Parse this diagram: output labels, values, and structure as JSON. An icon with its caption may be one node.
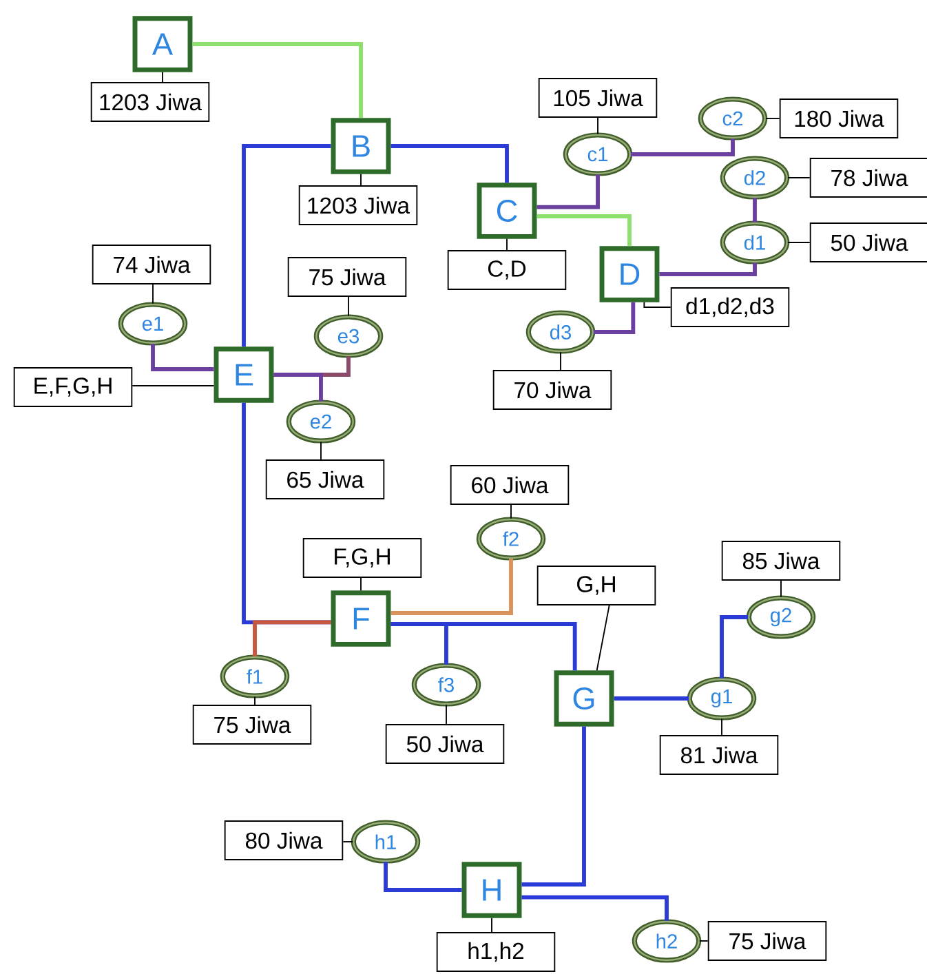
{
  "diagram": {
    "nodes": [
      {
        "text": [
          "A"
        ]
      },
      {
        "text": [
          "1203 Jiwa"
        ]
      },
      {
        "text": [
          "B"
        ]
      },
      {
        "text": [
          "1203 Jiwa"
        ]
      },
      {
        "text": [
          "105 Jiwa"
        ]
      },
      {
        "text": [
          "c2"
        ]
      },
      {
        "text": [
          "180 Jiwa"
        ]
      },
      {
        "text": [
          "c1"
        ]
      },
      {
        "text": [
          "C"
        ]
      },
      {
        "text": [
          "d2"
        ]
      },
      {
        "text": [
          "78 Jiwa"
        ]
      },
      {
        "text": [
          "d1"
        ]
      },
      {
        "text": [
          "50 Jiwa"
        ]
      },
      {
        "text": [
          "C,D"
        ]
      },
      {
        "text": [
          "D"
        ]
      },
      {
        "text": [
          "d1,d2,d3"
        ]
      },
      {
        "text": [
          "74 Jiwa"
        ]
      },
      {
        "text": [
          "75 Jiwa"
        ]
      },
      {
        "text": [
          "e1"
        ]
      },
      {
        "text": [
          "e3"
        ]
      },
      {
        "text": [
          "d3"
        ]
      },
      {
        "text": [
          "E"
        ]
      },
      {
        "text": [
          "E,F,G,H"
        ]
      },
      {
        "text": [
          "70 Jiwa"
        ]
      },
      {
        "text": [
          "e2"
        ]
      },
      {
        "text": [
          "65 Jiwa"
        ]
      },
      {
        "text": [
          "60 Jiwa"
        ]
      },
      {
        "text": [
          "f2"
        ]
      },
      {
        "text": [
          "F,G,H"
        ]
      },
      {
        "text": [
          "G,H"
        ]
      },
      {
        "text": [
          "F"
        ]
      },
      {
        "text": [
          "85 Jiwa"
        ]
      },
      {
        "text": [
          "g2"
        ]
      },
      {
        "text": [
          "f1"
        ]
      },
      {
        "text": [
          "f3"
        ]
      },
      {
        "text": [
          "G"
        ]
      },
      {
        "text": [
          "g1"
        ]
      },
      {
        "text": [
          "75 Jiwa"
        ]
      },
      {
        "text": [
          "50 Jiwa"
        ]
      },
      {
        "text": [
          "81 Jiwa"
        ]
      },
      {
        "text": [
          "80 Jiwa"
        ]
      },
      {
        "text": [
          "h1"
        ]
      },
      {
        "text": [
          "H"
        ]
      },
      {
        "text": [
          "h2"
        ]
      },
      {
        "text": [
          "75 Jiwa"
        ]
      },
      {
        "text": [
          "h1,h2"
        ]
      }
    ],
    "edges": [
      {
        "from": 0,
        "to": 1,
        "arrow": "none"
      },
      {
        "from": 0,
        "to": 2,
        "arrow": "none",
        "style": "thick",
        "color": "#8ee06e"
      },
      {
        "from": 2,
        "to": 3,
        "arrow": "none"
      },
      {
        "from": 2,
        "to": 8,
        "arrow": "none",
        "style": "thick",
        "color": "#2b3bd6"
      },
      {
        "from": 2,
        "to": 21,
        "arrow": "none",
        "style": "thick",
        "color": "#2b3bd6"
      },
      {
        "from": 8,
        "to": 13,
        "arrow": "none"
      },
      {
        "from": 8,
        "to": 7,
        "arrow": "none",
        "style": "thick",
        "color": "#6b3fa0"
      },
      {
        "from": 7,
        "to": 4,
        "arrow": "none"
      },
      {
        "from": 7,
        "to": 5,
        "arrow": "none",
        "style": "thick",
        "color": "#6b3fa0"
      },
      {
        "from": 5,
        "to": 6,
        "arrow": "none"
      },
      {
        "from": 8,
        "to": 14,
        "arrow": "none",
        "style": "thick",
        "color": "#8ee06e"
      },
      {
        "from": 14,
        "to": 11,
        "arrow": "none",
        "style": "thick",
        "color": "#6b3fa0"
      },
      {
        "from": 11,
        "to": 9,
        "arrow": "none",
        "style": "thick",
        "color": "#6b3fa0"
      },
      {
        "from": 9,
        "to": 10,
        "arrow": "none"
      },
      {
        "from": 11,
        "to": 12,
        "arrow": "none"
      },
      {
        "from": 14,
        "to": 15,
        "arrow": "none"
      },
      {
        "from": 14,
        "to": 20,
        "arrow": "none",
        "style": "thick",
        "color": "#6b3fa0"
      },
      {
        "from": 20,
        "to": 23,
        "arrow": "none"
      },
      {
        "from": 21,
        "to": 18,
        "arrow": "none",
        "style": "thick",
        "color": "#6b3fa0"
      },
      {
        "from": 18,
        "to": 16,
        "arrow": "none"
      },
      {
        "from": 21,
        "to": 22,
        "arrow": "none"
      },
      {
        "from": 21,
        "to": 19,
        "arrow": "none",
        "style": "thick",
        "color": "#8a4a6a"
      },
      {
        "from": 21,
        "to": 24,
        "arrow": "none",
        "style": "thick",
        "color": "#6b3fa0"
      },
      {
        "from": 19,
        "to": 17,
        "arrow": "none"
      },
      {
        "from": 24,
        "to": 25,
        "arrow": "none"
      },
      {
        "from": 21,
        "to": 30,
        "arrow": "none",
        "style": "thick",
        "color": "#2b3bd6"
      },
      {
        "from": 30,
        "to": 28,
        "arrow": "none"
      },
      {
        "from": 30,
        "to": 27,
        "arrow": "none",
        "style": "thick",
        "color": "#d9925a"
      },
      {
        "from": 27,
        "to": 26,
        "arrow": "none"
      },
      {
        "from": 30,
        "to": 33,
        "arrow": "none",
        "style": "thick",
        "color": "#c8553d"
      },
      {
        "from": 30,
        "to": 34,
        "arrow": "none",
        "style": "thick",
        "color": "#2b3bd6"
      },
      {
        "from": 30,
        "to": 35,
        "arrow": "none",
        "style": "thick",
        "color": "#2b3bd6"
      },
      {
        "from": 29,
        "to": 35,
        "arrow": "none"
      },
      {
        "from": 33,
        "to": 37,
        "arrow": "none"
      },
      {
        "from": 34,
        "to": 38,
        "arrow": "none"
      },
      {
        "from": 35,
        "to": 36,
        "arrow": "none",
        "style": "thick",
        "color": "#2b3bd6"
      },
      {
        "from": 36,
        "to": 32,
        "arrow": "none",
        "style": "thick",
        "color": "#2b3bd6"
      },
      {
        "from": 32,
        "to": 31,
        "arrow": "none"
      },
      {
        "from": 36,
        "to": 39,
        "arrow": "none"
      },
      {
        "from": 35,
        "to": 42,
        "arrow": "none",
        "style": "thick",
        "color": "#2b3bd6"
      },
      {
        "from": 42,
        "to": 41,
        "arrow": "none",
        "style": "thick",
        "color": "#2b3bd6"
      },
      {
        "from": 41,
        "to": 40,
        "arrow": "none"
      },
      {
        "from": 42,
        "to": 43,
        "arrow": "none",
        "style": "thick",
        "color": "#2b3bd6"
      },
      {
        "from": 43,
        "to": 44,
        "arrow": "none"
      },
      {
        "from": 42,
        "to": 45,
        "arrow": "none"
      }
    ]
  }
}
